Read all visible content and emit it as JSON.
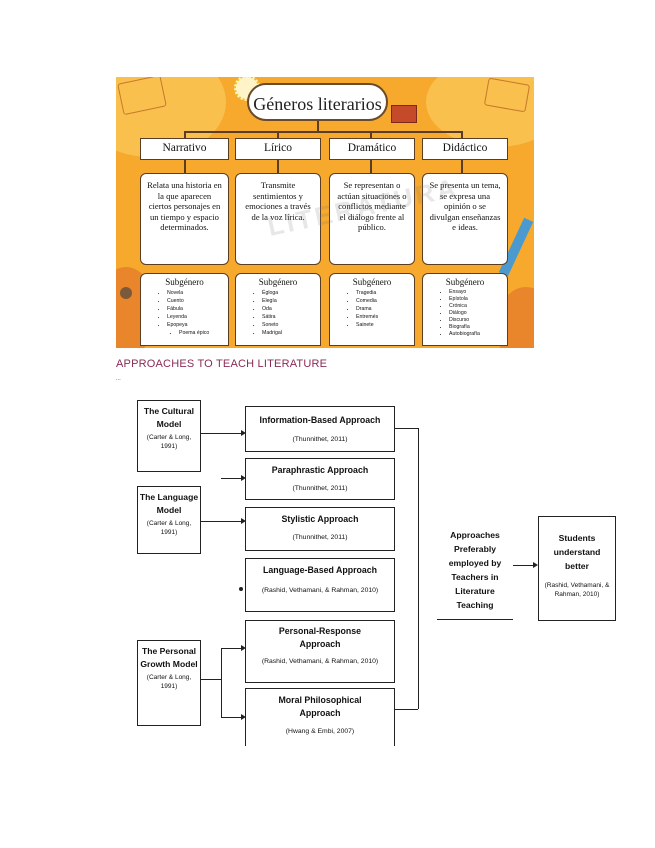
{
  "infographic": {
    "title": "Géneros literarios",
    "watermark": "LITERATURA",
    "categories": [
      {
        "name": "Narrativo",
        "description": "Relata una historia en la que aparecen ciertos personajes en un tiempo y espacio determinados.",
        "sub_title": "Subgénero",
        "items": [
          "Novela",
          "Cuento",
          "Fábula",
          "Leyenda",
          "Epopeya",
          "Poema épico"
        ]
      },
      {
        "name": "Lírico",
        "description": "Transmite sentimientos y emociones a través de la voz lírica.",
        "sub_title": "Subgénero",
        "items": [
          "Égloga",
          "Elegía",
          "Oda",
          "Sátira",
          "Soneto",
          "Madrigal"
        ]
      },
      {
        "name": "Dramático",
        "description": "Se representan o actúan situaciones o conflictos mediante el diálogo frente al público.",
        "sub_title": "Subgénero",
        "items": [
          "Tragedia",
          "Comedia",
          "Drama",
          "Entremés",
          "Sainete"
        ]
      },
      {
        "name": "Didáctico",
        "description": "Se presenta un tema, se expresa una opinión o se divulgan enseñanzas e ideas.",
        "sub_title": "Subgénero",
        "items": [
          "Ensayo",
          "Epístola",
          "Crónica",
          "Diálogo",
          "Discurso",
          "Biografía",
          "Autobiografía"
        ]
      }
    ]
  },
  "heading": "APPROACHES TO TEACH LITERATURE",
  "sub_note": "...",
  "flowchart": {
    "models": [
      {
        "title": "The Cultural Model",
        "cite": "(Carter & Long, 1991)"
      },
      {
        "title": "The Language Model",
        "cite": "(Carter & Long, 1991)"
      },
      {
        "title": "The Personal Growth Model",
        "cite": "(Carter & Long, 1991)"
      }
    ],
    "approaches": [
      {
        "title": "Information-Based Approach",
        "cite": "(Thunnithet, 2011)"
      },
      {
        "title": "Paraphrastic Approach",
        "cite": "(Thunnithet, 2011)"
      },
      {
        "title": "Stylistic Approach",
        "cite": "(Thunnithet, 2011)"
      },
      {
        "title": "Language-Based Approach",
        "cite": "(Rashid, Vethamani, & Rahman, 2010)"
      },
      {
        "title": "Personal-Response Approach",
        "cite": "(Rashid, Vethamani, & Rahman, 2010)"
      },
      {
        "title": "Moral Philosophical Approach",
        "cite": "(Hwang & Embi, 2007)"
      }
    ],
    "preferred": "Approaches Preferably employed by Teachers in Literature Teaching",
    "result": {
      "title": "Students understand better",
      "cite": "(Rashid, Vethamani, & Rahman, 2010)"
    }
  },
  "colors": {
    "infographic_bg": "#f6a92c",
    "heading": "#8b2a55",
    "outline": "#5a3d22"
  }
}
